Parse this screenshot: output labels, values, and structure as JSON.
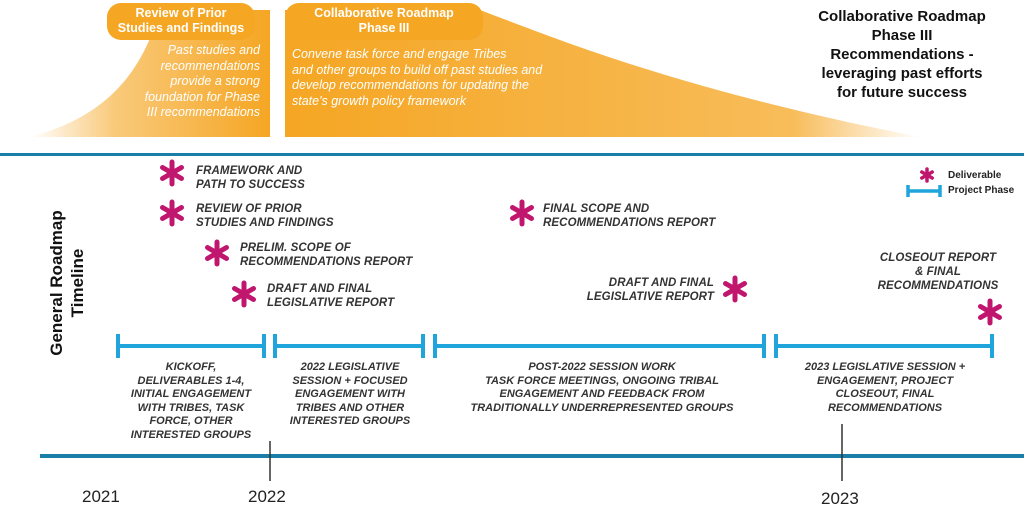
{
  "tabs": {
    "review": "Review of Prior\nStudies and Findings",
    "collab": "Collaborative Roadmap\nPhase III"
  },
  "orange_text": {
    "review": "Past studies and\nrecommendations\nprovide a strong\nfoundation for Phase\nIII recommendations",
    "collab": "Convene task force and engage Tribes\nand other groups to build off past studies and\ndevelop recommendations for updating the\nstate's growth policy framework"
  },
  "heading": "Collaborative Roadmap\nPhase III\nRecommendations -\nleveraging past efforts\nfor future success",
  "side_title": "General Roadmap\nTimeline",
  "legend": {
    "deliverable": "Deliverable",
    "phase": "Project Phase"
  },
  "deliverables": {
    "d1": "FRAMEWORK AND\nPATH TO SUCCESS",
    "d2": "REVIEW OF PRIOR\nSTUDIES AND FINDINGS",
    "d3": "PRELIM. SCOPE OF\nRECOMMENDATIONS REPORT",
    "d4": "DRAFT AND FINAL\nLEGISLATIVE REPORT",
    "d5": "FINAL SCOPE AND\nRECOMMENDATIONS REPORT",
    "d6": "DRAFT AND FINAL\nLEGISLATIVE REPORT",
    "d7": "CLOSEOUT REPORT\n& FINAL\nRECOMMENDATIONS"
  },
  "phases": {
    "p1": "KICKOFF,\nDELIVERABLES 1-4,\nINITIAL ENGAGEMENT\nWITH TRIBES, TASK\nFORCE, OTHER\nINTERESTED GROUPS",
    "p2": "2022 LEGISLATIVE\nSESSION + FOCUSED\nENGAGEMENT WITH\nTRIBES AND OTHER\nINTERESTED GROUPS",
    "p3": "POST-2022 SESSION WORK\nTASK FORCE MEETINGS, ONGOING TRIBAL\nENGAGEMENT AND FEEDBACK FROM\nTRADITIONALLY UNDERREPRESENTED GROUPS",
    "p4": "2023 LEGISLATIVE SESSION +\nENGAGEMENT, PROJECT\nCLOSEOUT, FINAL\nRECOMMENDATIONS"
  },
  "years": {
    "y2021": "2021",
    "y2022": "2022",
    "y2023": "2023"
  },
  "colors": {
    "orange": "#f5a623",
    "blue": "#1fa5dc",
    "teal": "#1a7fa8",
    "magenta": "#c0166e"
  }
}
